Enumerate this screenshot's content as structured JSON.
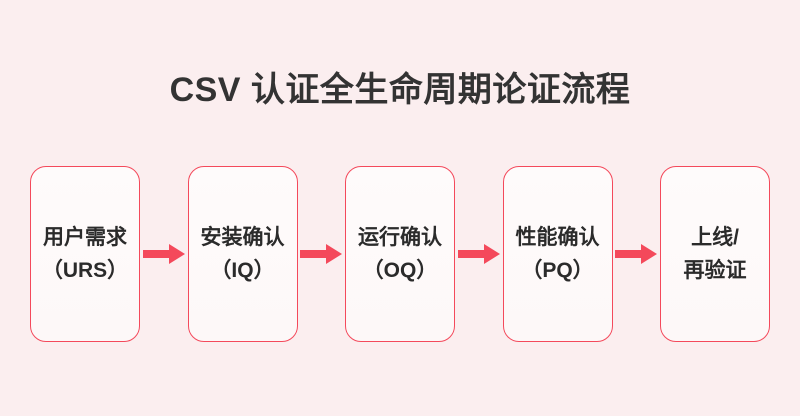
{
  "page": {
    "background_color": "#FBEEEF",
    "accent_color": "#F4495B",
    "title_color": "#333333",
    "box_fill_color": "#FDF8F8"
  },
  "title": {
    "text": "CSV 认证全生命周期论证流程"
  },
  "flow": {
    "arrow_icon_name": "arrow-right-icon",
    "steps": [
      {
        "line1": "用户需求",
        "line2": "（URS）"
      },
      {
        "line1": "安装确认",
        "line2": "（IQ）"
      },
      {
        "line1": "运行确认",
        "line2": "（OQ）"
      },
      {
        "line1": "性能确认",
        "line2": "（PQ）"
      },
      {
        "line1": "上线/",
        "line2": "再验证"
      }
    ],
    "arrows": [
      {
        "label": "→"
      },
      {
        "label": "→"
      },
      {
        "label": "→"
      },
      {
        "label": "→"
      }
    ]
  }
}
